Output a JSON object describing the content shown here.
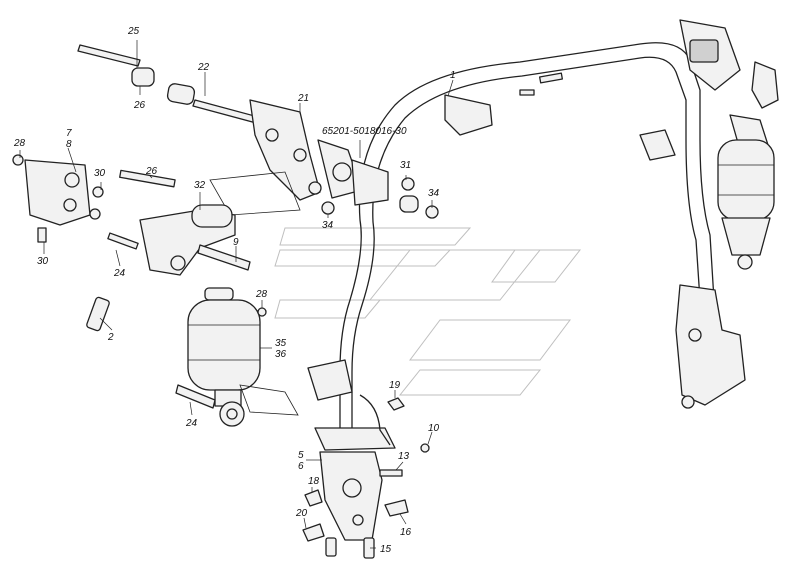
{
  "callouts": [
    {
      "id": "c25",
      "text": "25"
    },
    {
      "id": "c22",
      "text": "22"
    },
    {
      "id": "c26",
      "text": "26"
    },
    {
      "id": "c21",
      "text": "21"
    },
    {
      "id": "c1",
      "text": "1"
    },
    {
      "id": "cpart",
      "text": "65201-5018016-30"
    },
    {
      "id": "c28a",
      "text": "28"
    },
    {
      "id": "c7",
      "text": "7"
    },
    {
      "id": "c8",
      "text": "8"
    },
    {
      "id": "c30a",
      "text": "30"
    },
    {
      "id": "c26b",
      "text": "26"
    },
    {
      "id": "c32",
      "text": "32"
    },
    {
      "id": "c31",
      "text": "31"
    },
    {
      "id": "c34a",
      "text": "34"
    },
    {
      "id": "c34b",
      "text": "34"
    },
    {
      "id": "c30b",
      "text": "30"
    },
    {
      "id": "c24a",
      "text": "24"
    },
    {
      "id": "c9",
      "text": "9"
    },
    {
      "id": "c28b",
      "text": "28"
    },
    {
      "id": "c2",
      "text": "2"
    },
    {
      "id": "c35",
      "text": "35"
    },
    {
      "id": "c36",
      "text": "36"
    },
    {
      "id": "c24b",
      "text": "24"
    },
    {
      "id": "c19",
      "text": "19"
    },
    {
      "id": "c10",
      "text": "10"
    },
    {
      "id": "c5",
      "text": "5"
    },
    {
      "id": "c6",
      "text": "6"
    },
    {
      "id": "c13",
      "text": "13"
    },
    {
      "id": "c18",
      "text": "18"
    },
    {
      "id": "c20",
      "text": "20"
    },
    {
      "id": "c16",
      "text": "16"
    },
    {
      "id": "c15",
      "text": "15"
    }
  ]
}
